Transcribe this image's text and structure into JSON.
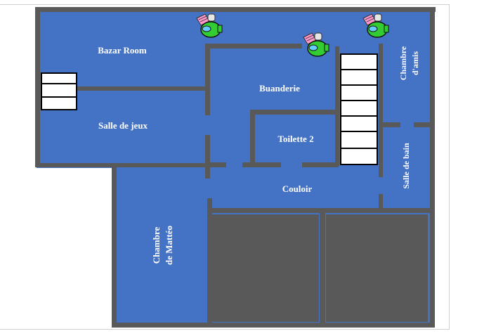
{
  "rooms": {
    "bazar_room": "Bazar Room",
    "salle_de_jeux": "Salle de jeux",
    "buanderie": "Buanderie",
    "toilette_2": "Toilette 2",
    "couloir": "Couloir",
    "chambre_amis_line1": "Chambre",
    "chambre_amis_line2": "d'amis",
    "salle_de_bain": "Salle de bain",
    "chambre_matteo_line1": "Chambre",
    "chambre_matteo_line2": "de Mattéo"
  },
  "colors": {
    "floor": "#4472c4",
    "wall": "#595959",
    "garage": "#595959",
    "stairs": "#ffffff",
    "stairs_outline": "#000000",
    "label": "#ffffff",
    "avatar_body": "#33cc33",
    "avatar_visor": "#66ccff"
  },
  "icons": {
    "avatar": "crewmate-avatar-icon",
    "stairs": "staircase-icon"
  }
}
